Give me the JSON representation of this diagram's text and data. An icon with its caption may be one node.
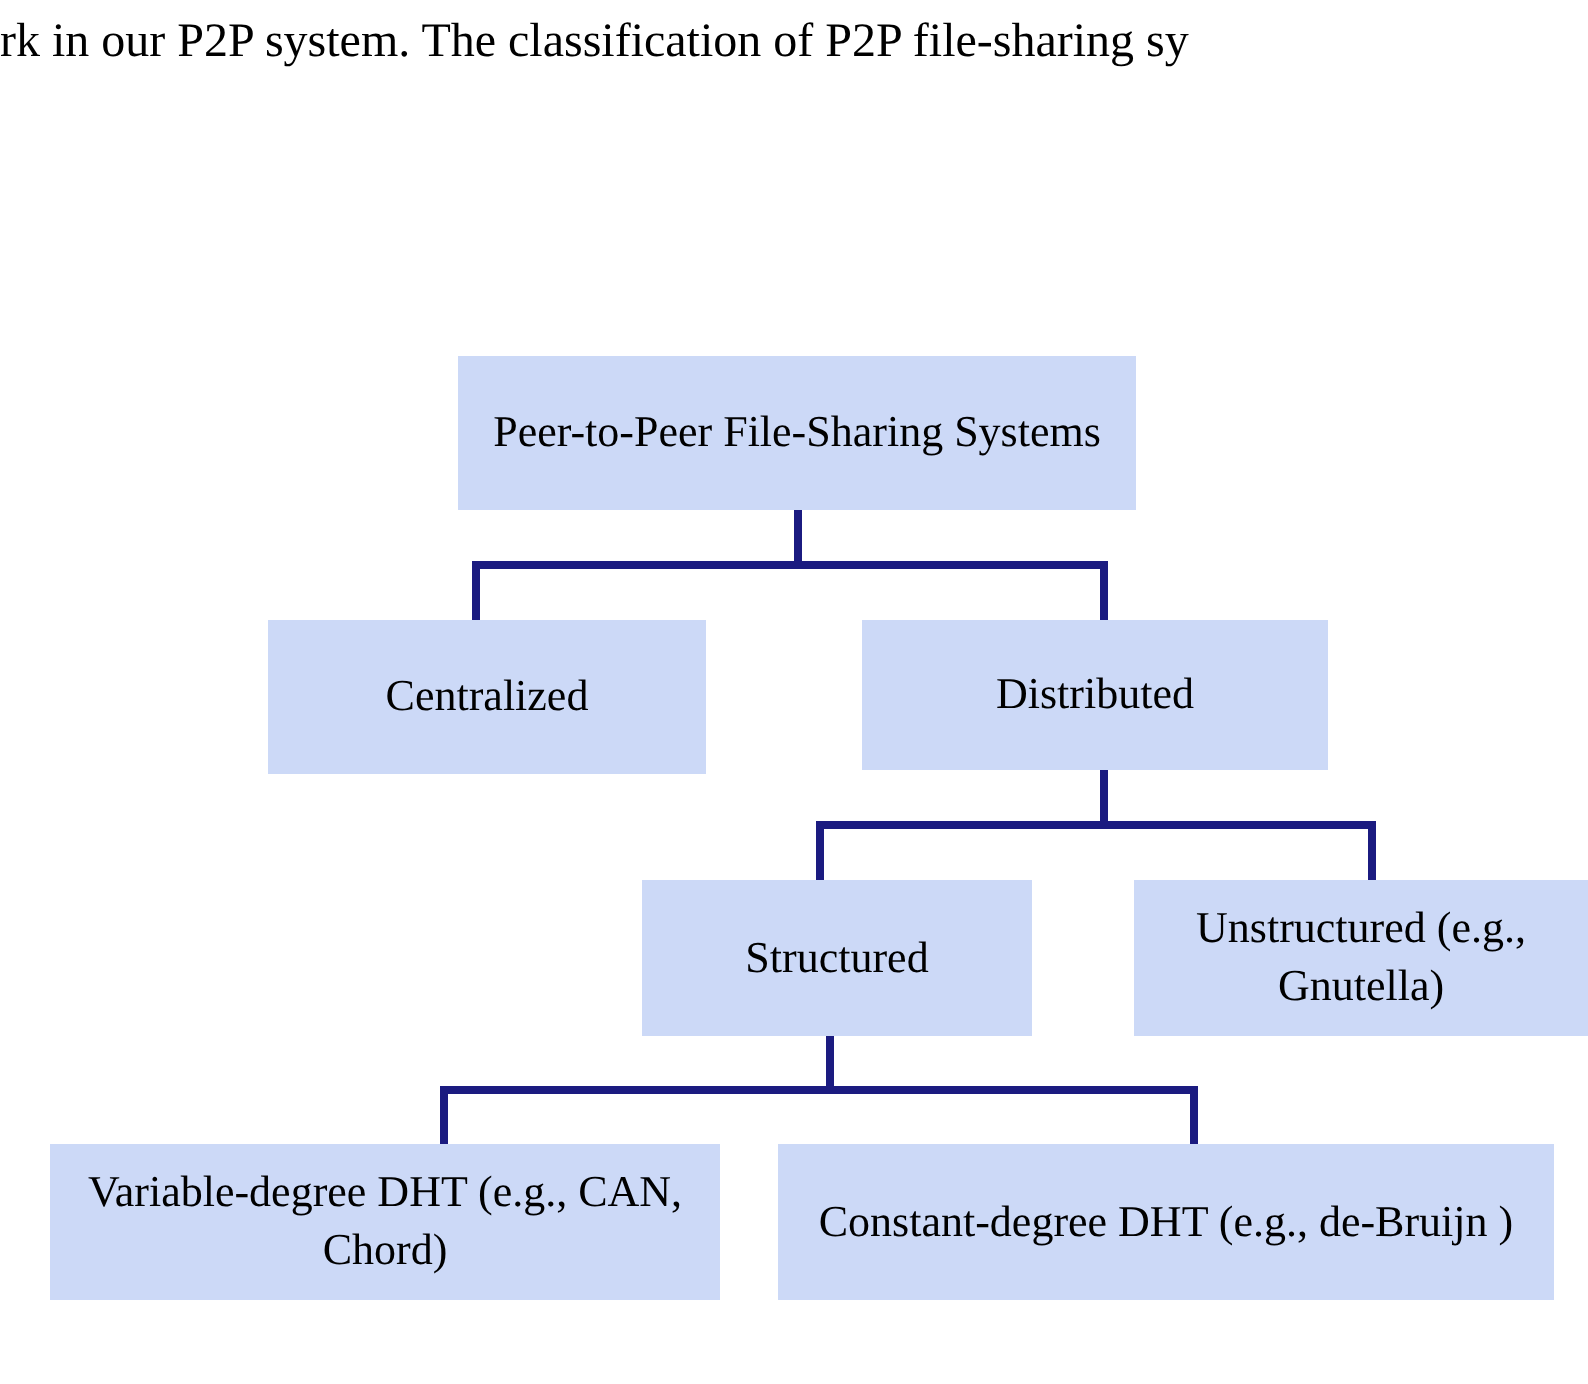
{
  "diagram": {
    "nodes": [
      {
        "text": [
          "Peer-to-Peer File-Sharing Systems"
        ]
      },
      {
        "text": [
          "Centralized"
        ]
      },
      {
        "text": [
          "Distributed"
        ]
      },
      {
        "text": [
          "Structured"
        ]
      },
      {
        "text": [
          "Unstructured (e.g., Gnutella)"
        ]
      },
      {
        "text": [
          "Variable-degree DHT (e.g., CAN, Chord)"
        ]
      },
      {
        "text": [
          "Constant-degree DHT (e.g., de-Bruijn )"
        ]
      }
    ],
    "edges": [
      {
        "from": 0,
        "to": 1,
        "arrow": "none"
      },
      {
        "from": 0,
        "to": 2,
        "arrow": "none"
      },
      {
        "from": 2,
        "to": 3,
        "arrow": "none"
      },
      {
        "from": 2,
        "to": 4,
        "arrow": "none"
      },
      {
        "from": 3,
        "to": 5,
        "arrow": "none"
      },
      {
        "from": 3,
        "to": 6,
        "arrow": "none"
      }
    ],
    "labels": [
      "rk in our P2P system. The classification of P2P file-sharing sy"
    ]
  }
}
